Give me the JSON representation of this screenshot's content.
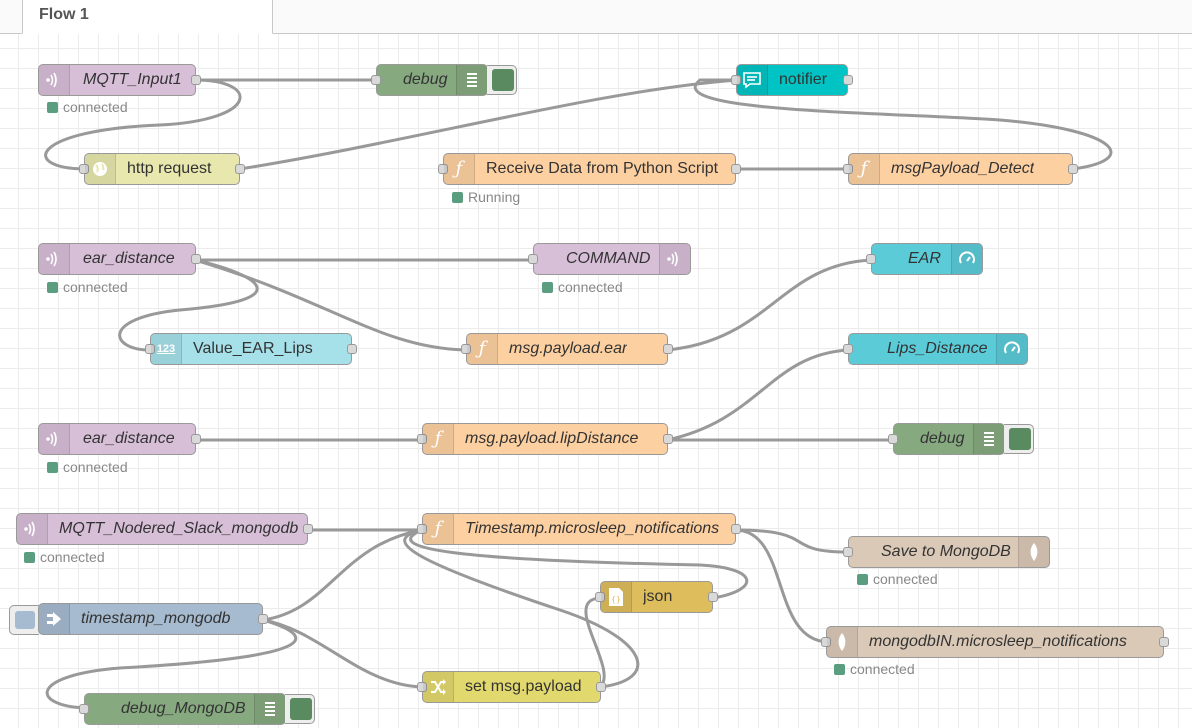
{
  "tabs": [
    {
      "label": "Flow 1"
    }
  ],
  "colors": {
    "mqtt": "#d8bfd8",
    "debug": "#87a980",
    "function": "#fdd0a2",
    "http": "#e7e7ae",
    "notifier": "#00c4c4",
    "gauge": "#5bcbd8",
    "template": "#a6e0e9",
    "mongodb": "#dbc9b7",
    "inject": "#a6bbcf",
    "json": "#debd5c",
    "change": "#e2d96e",
    "status_dot": "#5a9e7f"
  },
  "nodes": {
    "mqtt_input1": {
      "label": "MQTT_Input1",
      "icon": "mqtt-icon",
      "status": "connected"
    },
    "debug1": {
      "label": "debug",
      "icon": "list-icon"
    },
    "notifier": {
      "label": "notifier",
      "icon": "comment-icon"
    },
    "http_request": {
      "label": "http request",
      "icon": "globe-icon"
    },
    "receive_python": {
      "label": "Receive Data from Python Script",
      "icon": "function-icon",
      "status": "Running"
    },
    "msg_payload_detect": {
      "label": "msgPayload_Detect",
      "icon": "function-icon"
    },
    "ear_distance1": {
      "label": "ear_distance",
      "icon": "mqtt-icon",
      "status": "connected"
    },
    "command": {
      "label": "COMMAND",
      "icon": "mqtt-icon",
      "status": "connected"
    },
    "ear_gauge": {
      "label": "EAR",
      "icon": "gauge-icon"
    },
    "value_ear_lips": {
      "label": "Value_EAR_Lips",
      "icon": "numeric-icon",
      "icon_text": "123"
    },
    "msg_payload_ear": {
      "label": "msg.payload.ear",
      "icon": "function-icon"
    },
    "lips_distance": {
      "label": "Lips_Distance",
      "icon": "gauge-icon"
    },
    "ear_distance2": {
      "label": "ear_distance",
      "icon": "mqtt-icon",
      "status": "connected"
    },
    "msg_payload_lip": {
      "label": "msg.payload.lipDistance",
      "icon": "function-icon"
    },
    "debug2": {
      "label": "debug",
      "icon": "list-icon"
    },
    "mqtt_slack": {
      "label": "MQTT_Nodered_Slack_mongodb",
      "icon": "mqtt-icon",
      "status": "connected"
    },
    "timestamp_notifications": {
      "label": "Timestamp.microsleep_notifications",
      "icon": "function-icon"
    },
    "save_mongodb": {
      "label": "Save to MongoDB",
      "icon": "leaf-icon",
      "status": "connected"
    },
    "json": {
      "label": "json",
      "icon": "json-icon",
      "icon_text": "{}"
    },
    "timestamp_mongodb": {
      "label": "timestamp_mongodb",
      "icon": "arrow-right-icon"
    },
    "mongodb_in": {
      "label": "mongodbIN.microsleep_notifications",
      "icon": "leaf-icon",
      "status": "connected"
    },
    "set_payload": {
      "label": "set msg.payload",
      "icon": "shuffle-icon"
    },
    "debug_mongodb": {
      "label": "debug_MongoDB",
      "icon": "list-icon"
    }
  }
}
